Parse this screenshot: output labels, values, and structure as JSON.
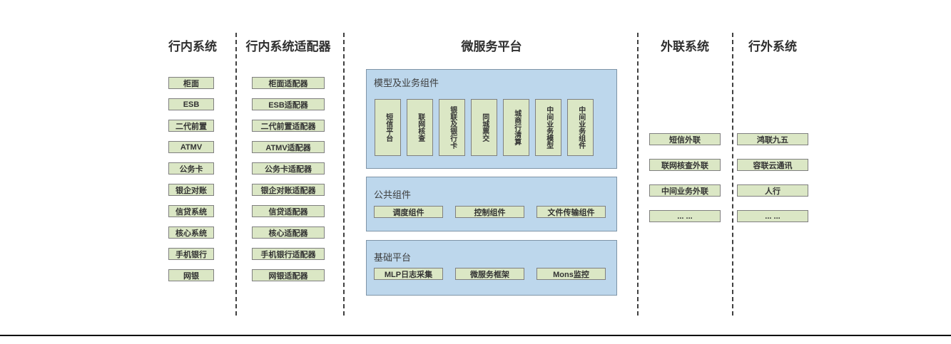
{
  "diagram": {
    "col_inbank": {
      "title": "行内系统",
      "items": [
        "柜面",
        "ESB",
        "二代前置",
        "ATMV",
        "公务卡",
        "银企对账",
        "信贷系统",
        "核心系统",
        "手机银行",
        "网银"
      ]
    },
    "col_adapter": {
      "title": "行内系统适配器",
      "items": [
        "柜面适配器",
        "ESB适配器",
        "二代前置适配器",
        "ATMV适配器",
        "公务卡适配器",
        "银企对账适配器",
        "信贷适配器",
        "核心适配器",
        "手机银行适配器",
        "网银适配器"
      ]
    },
    "platform": {
      "title": "微服务平台",
      "model_section": {
        "label": "模型及业务组件",
        "items": [
          "短信平台",
          "联网核查",
          "银联及银行卡",
          "同城票交",
          "城商行清算",
          "中间业务模型",
          "中间业务组件"
        ]
      },
      "common_section": {
        "label": "公共组件",
        "items": [
          "调度组件",
          "控制组件",
          "文件传输组件"
        ]
      },
      "base_section": {
        "label": "基础平台",
        "items": [
          "MLP日志采集",
          "微服务框架",
          "Mons监控"
        ]
      }
    },
    "col_external": {
      "title": "外联系统",
      "items": [
        "短信外联",
        "联网核查外联",
        "中间业务外联",
        "... ..."
      ]
    },
    "col_outside": {
      "title": "行外系统",
      "items": [
        "鸿联九五",
        "容联云通讯",
        "人行",
        "... ..."
      ]
    }
  },
  "colors": {
    "green_fill": "#dbe7c5",
    "green_border": "#7f7f7f",
    "blue_fill": "#bdd7ec",
    "blue_border": "#7e94a7",
    "separator": "#404040",
    "bottom_line": "#000000"
  }
}
